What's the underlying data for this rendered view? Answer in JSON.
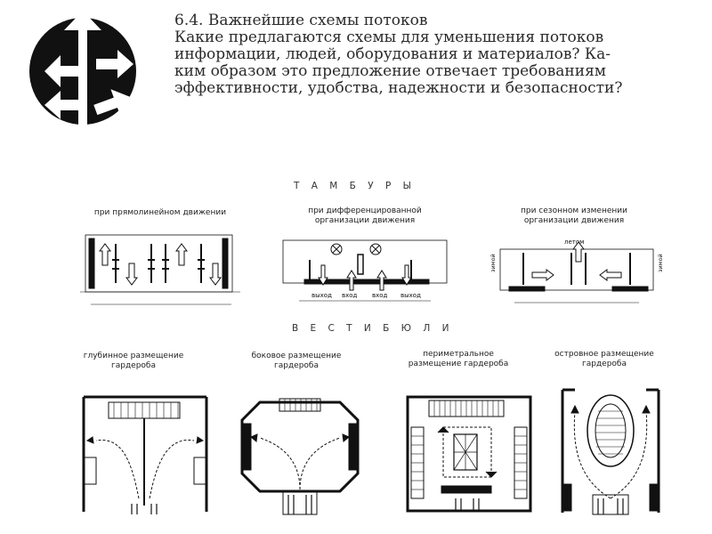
{
  "heading": {
    "number_title": "6.4. Важнейшие схемы потоков",
    "question_lines": [
      "Какие предлагаются схемы для уменьшения потоков",
      "информации, людей, оборудования и материалов? Ка-",
      "ким образом это предложение отвечает требованиям",
      "эффективности, удобства, надежности и безопасности?"
    ]
  },
  "tambury": {
    "title": "Т А М Б У Р Ы",
    "captions": [
      "при  прямолинейном  движении",
      "при  дифференцированной\nорганизации  движения",
      "при  сезонном  изменении\nорганизации  движения"
    ],
    "diagram2_labels": [
      "выход",
      "вход",
      "вход",
      "выход"
    ],
    "diagram3_labels": {
      "top": "летом",
      "left": "зимой",
      "right": "зимой"
    }
  },
  "vestibuli": {
    "title": "В Е С Т И Б Ю Л И",
    "captions": [
      "глубинное  размещение\nгардероба",
      "боковое  размещение\nгардероба",
      "периметральное\nразмещение  гардероба",
      "островное  размещение\nгардероба"
    ]
  }
}
